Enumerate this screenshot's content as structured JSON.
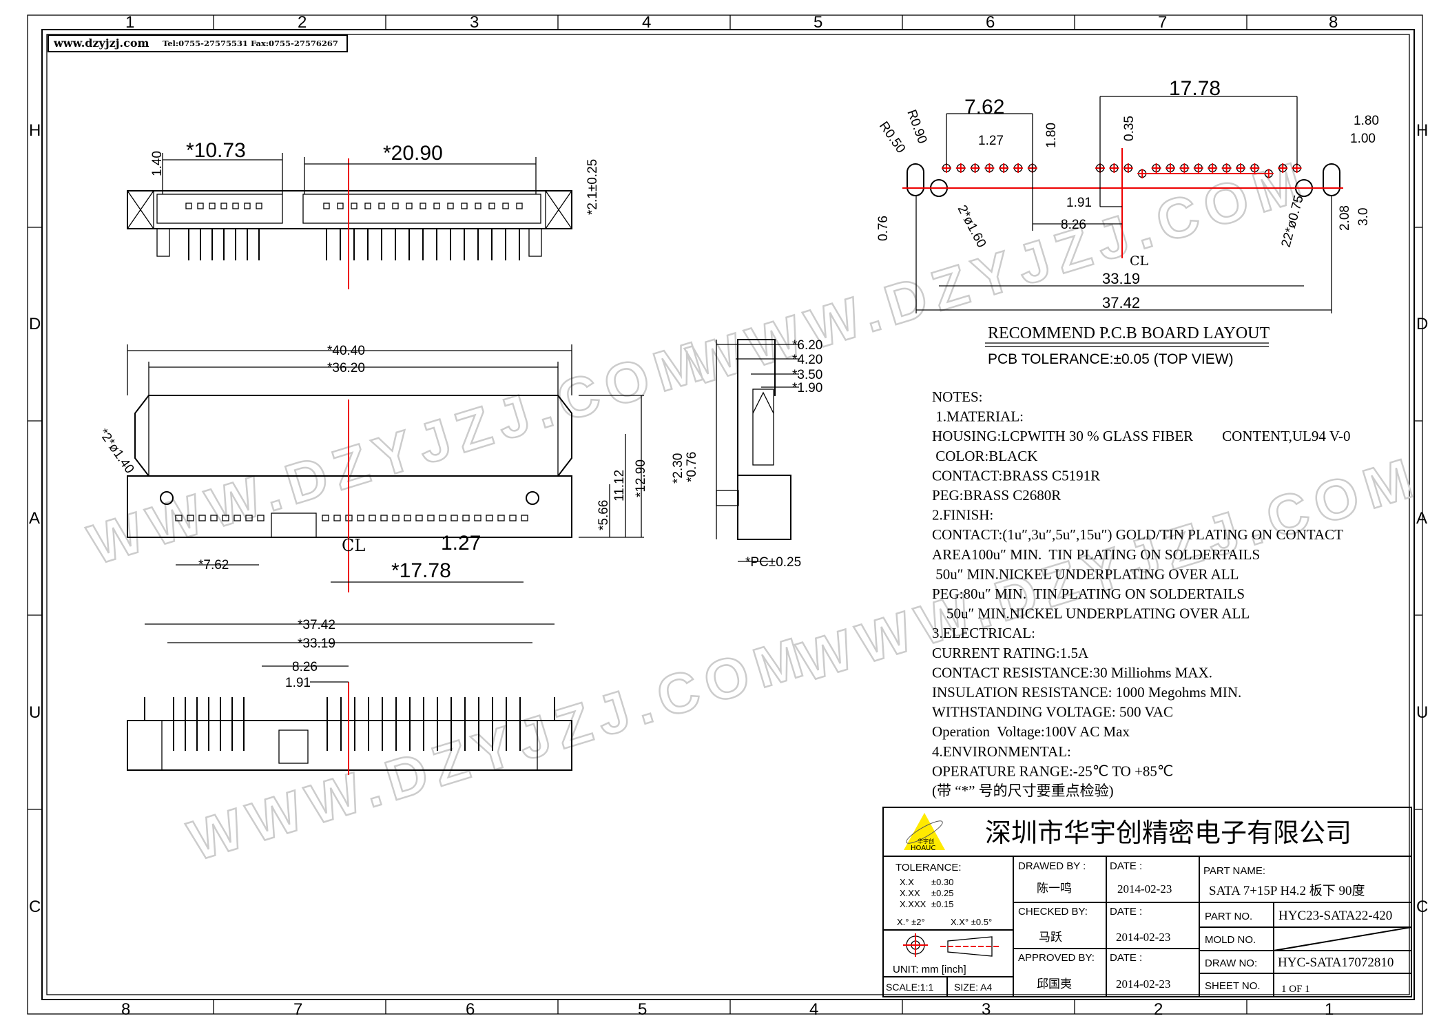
{
  "header": {
    "site": "www.dzyjzj.com",
    "contact": "Tel:0755-27575531  Fax:0755-27576267"
  },
  "grid": {
    "top_columns": [
      "1",
      "2",
      "3",
      "4",
      "5",
      "6",
      "7",
      "8"
    ],
    "bottom_columns": [
      "8",
      "7",
      "6",
      "5",
      "4",
      "3",
      "2",
      "1"
    ],
    "rows": [
      "H",
      "D",
      "A",
      "U",
      "C"
    ]
  },
  "watermark": "WWW.DZYJZJ.COM",
  "top_view": {
    "d1": "*10.73",
    "d2": "*20.90",
    "d3": "1.40",
    "d4": "*2.1±0.25"
  },
  "front_view": {
    "d_total": "*40.40",
    "d_inner": "*36.20",
    "d_holes": "*2*ø1.40",
    "d_566": "*5.66",
    "d_1112": "11.12",
    "d_1290": "*12.90",
    "d_762": "*7.62",
    "d_127": "1.27",
    "d_1778": "*17.78",
    "centerline": "CL"
  },
  "side_view": {
    "d620": "*6.20",
    "d420": "*4.20",
    "d350": "*3.50",
    "d190": "*1.90",
    "d230": "*2.30",
    "d076": "*0.76",
    "dpc": "*PC±0.25"
  },
  "bottom_view": {
    "d3742": "*37.42",
    "d3319": "*33.19",
    "d826": "8.26",
    "d191": "1.91"
  },
  "pcb_layout": {
    "d762": "7.62",
    "d1778": "17.78",
    "d127": "1.27",
    "d180v": "1.80",
    "d035": "0.35",
    "r090": "R0.90",
    "r050": "R0.50",
    "d076": "0.76",
    "d160": "2*ø1.60",
    "d191": "1.91",
    "d826": "8.26",
    "d3319": "33.19",
    "d3742": "37.42",
    "d075": "22*ø0.75",
    "d180": "1.80",
    "d100": "1.00",
    "d208": "2.08",
    "d30": "3.0",
    "centerline": "CL",
    "title": "RECOMMEND P.C.B BOARD LAYOUT",
    "subtitle": "PCB TOLERANCE:±0.05 (TOP VIEW)"
  },
  "notes": [
    "NOTES:",
    " 1.MATERIAL:",
    "HOUSING:LCPWITH 30 % GLASS FIBER        CONTENT,UL94 V-0",
    " COLOR:BLACK",
    "CONTACT:BRASS C5191R",
    "PEG:BRASS C2680R",
    "2.FINISH:",
    "CONTACT:(1u″,3u″,5u″,15u″) GOLD/TIN PLATING ON CONTACT",
    "AREA100u″ MIN.  TIN PLATING ON SOLDERTAILS",
    " 50u″ MIN.NICKEL UNDERPLATING OVER ALL",
    "PEG:80u″ MIN.  TIN PLATING ON SOLDERTAILS",
    "    50u″ MIN.NICKEL UNDERPLATING OVER ALL",
    "3.ELECTRICAL:",
    "CURRENT RATING:1.5A",
    "CONTACT RESISTANCE:30 Milliohms MAX.",
    "INSULATION RESISTANCE: 1000 Megohms MIN.",
    "WITHSTANDING VOLTAGE: 500 VAC",
    "Operation  Voltage:100V AC Max",
    "4.ENVIRONMENTAL:",
    "OPERATURE RANGE:-25℃ TO +85℃",
    "(带 “*” 号的尺寸要重点检验)"
  ],
  "title_block": {
    "company": "深圳市华宇创精密电子有限公司",
    "logo_text": "华宇创",
    "logo_brand": "HOAUC",
    "tolerance_label": "TOLERANCE:",
    "tolerances": [
      [
        "X.X",
        "±0.30"
      ],
      [
        "X.XX",
        "±0.25"
      ],
      [
        "X.XXX",
        "±0.15"
      ]
    ],
    "angle_tol_1": "X.° ±2°",
    "angle_tol_2": "X.X° ±0.5°",
    "unit": "UNIT:  mm  [inch]",
    "scale": "SCALE:1:1",
    "size": "SIZE:  A4",
    "drawed_by_label": "DRAWED BY :",
    "drawed_by": "陈一鸣",
    "checked_by_label": "CHECKED BY:",
    "checked_by": "马跃",
    "approved_by_label": "APPROVED BY:",
    "approved_by": "邱国夷",
    "date_label": "DATE :",
    "date_drawn": "2014-02-23",
    "date_checked": "2014-02-23",
    "date_approved": "2014-02-23",
    "part_name_label": "PART NAME:",
    "part_name": "SATA 7+15P H4.2 板下 90度",
    "part_no_label": "PART NO.",
    "part_no": "HYC23-SATA22-420",
    "mold_no_label": "MOLD NO.",
    "draw_no_label": "DRAW NO:",
    "draw_no": "HYC-SATA17072810",
    "sheet_no_label": "SHEET NO.",
    "sheet_no": "1 OF 1"
  }
}
